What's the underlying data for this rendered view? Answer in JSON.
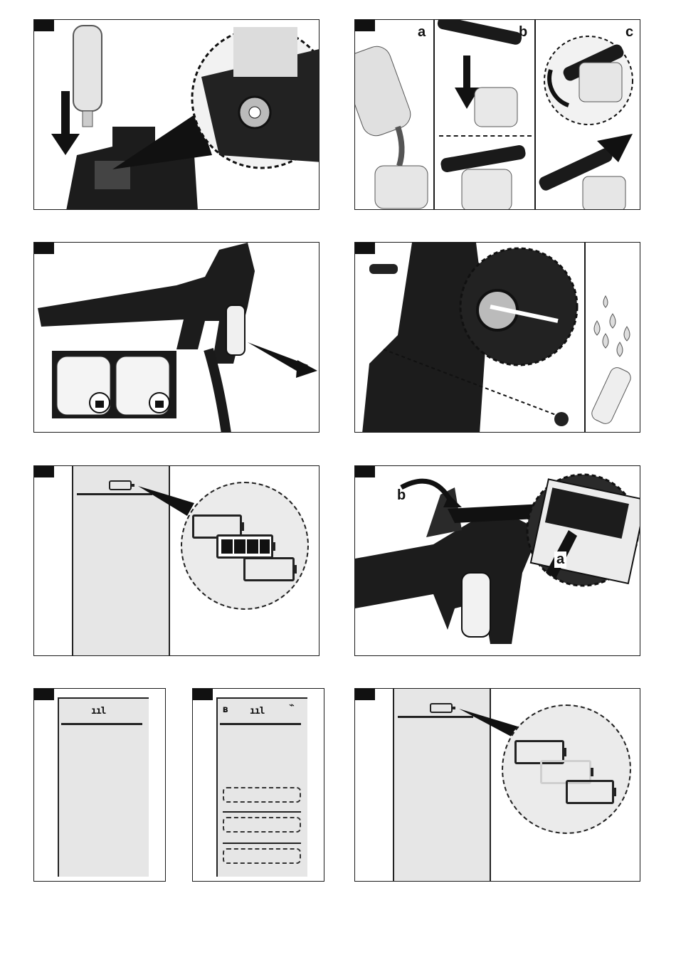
{
  "page": {
    "background": "#ffffff",
    "ink": "#111111",
    "screen_gray": "#e6e6e6"
  },
  "panels": [
    {
      "id": "fill-detergent",
      "icons": [
        "detergent-bottle-icon",
        "down-arrow-icon",
        "filler-neck-zoom-icon"
      ]
    },
    {
      "id": "foam-nozzle-steps",
      "steps": [
        {
          "letter": "a"
        },
        {
          "letter": "b"
        },
        {
          "letter": "c"
        }
      ]
    },
    {
      "id": "trigger-gun-lock",
      "icons": [
        "trigger-gun-icon",
        "lock-closed-icon",
        "lock-open-icon",
        "pull-arrow-icon"
      ]
    },
    {
      "id": "filter-cleaning",
      "icons": [
        "device-body-icon",
        "filter-zoom-icon",
        "water-drops-icon",
        "filter-insert-icon"
      ]
    },
    {
      "id": "battery-display",
      "icons": [
        "battery-outline-icon",
        "battery-empty-icon",
        "battery-full-icon",
        "battery-empty-icon"
      ]
    },
    {
      "id": "battery-insert",
      "labels": {
        "a": "a",
        "b": "b"
      }
    },
    {
      "id": "display-signal",
      "icons": [
        "signal-strength-icon"
      ]
    },
    {
      "id": "display-bluetooth",
      "icons": [
        "bluetooth-icon",
        "signal-strength-icon",
        "app-connect-icon",
        "slot-empty-icon"
      ]
    },
    {
      "id": "battery-blink",
      "icons": [
        "battery-outline-icon",
        "battery-empty-icon",
        "battery-faded-icon",
        "battery-empty-icon"
      ]
    }
  ]
}
